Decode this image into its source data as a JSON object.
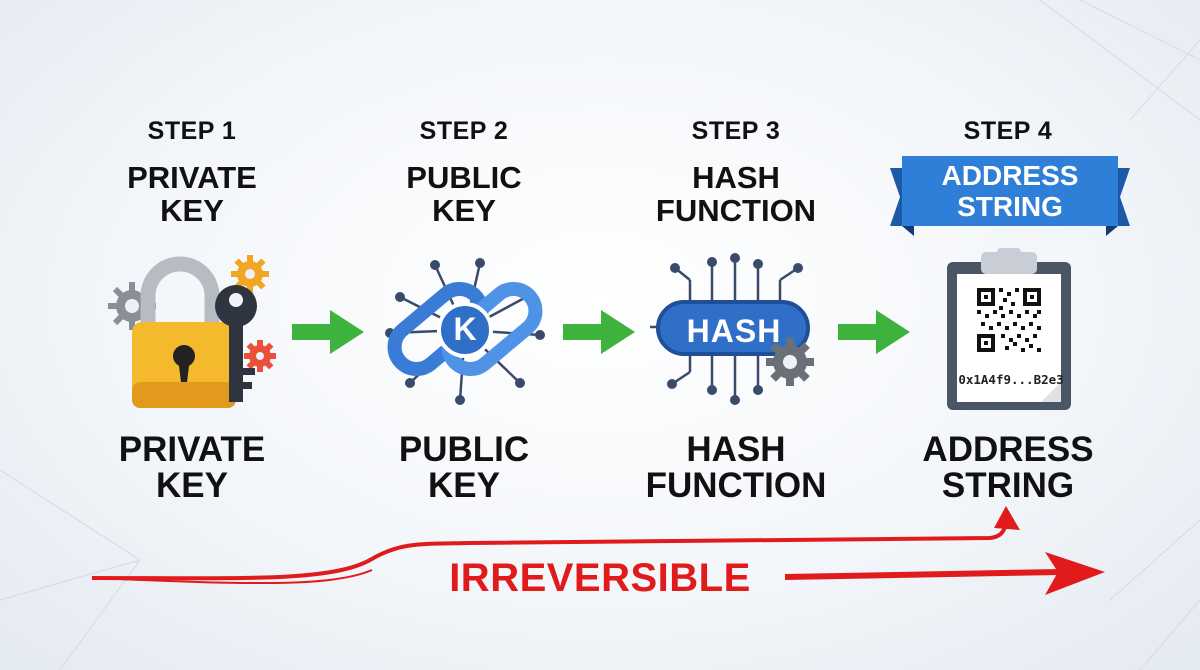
{
  "steps": [
    {
      "label": "STEP 1",
      "title": "PRIVATE\nKEY",
      "caption": "PRIVATE\nKEY",
      "icon": "padlock-key-icon"
    },
    {
      "label": "STEP 2",
      "title": "PUBLIC\nKEY",
      "caption": "PUBLIC\nKEY",
      "icon": "chain-link-icon",
      "icon_text": "K"
    },
    {
      "label": "STEP 3",
      "title": "HASH\nFUNCTION",
      "caption": "HASH\nFUNCTION",
      "icon": "hash-circuit-icon",
      "icon_text": "HASH"
    },
    {
      "label": "STEP 4",
      "title": "ADDRESS\nSTRING",
      "caption": "ADDRESS\nSTRING",
      "icon": "clipboard-qr-icon",
      "icon_text": "0x1A4f9...B2e3"
    }
  ],
  "footer": {
    "label": "IRREVERSIBLE"
  },
  "colors": {
    "flow_arrow": "#3db33d",
    "irreversible": "#e11b1b",
    "banner_blue": "#2f7fd8",
    "banner_dark": "#1c5aa8",
    "lock_yellow": "#f5b92e",
    "link_blue": "#3a7bd5"
  }
}
